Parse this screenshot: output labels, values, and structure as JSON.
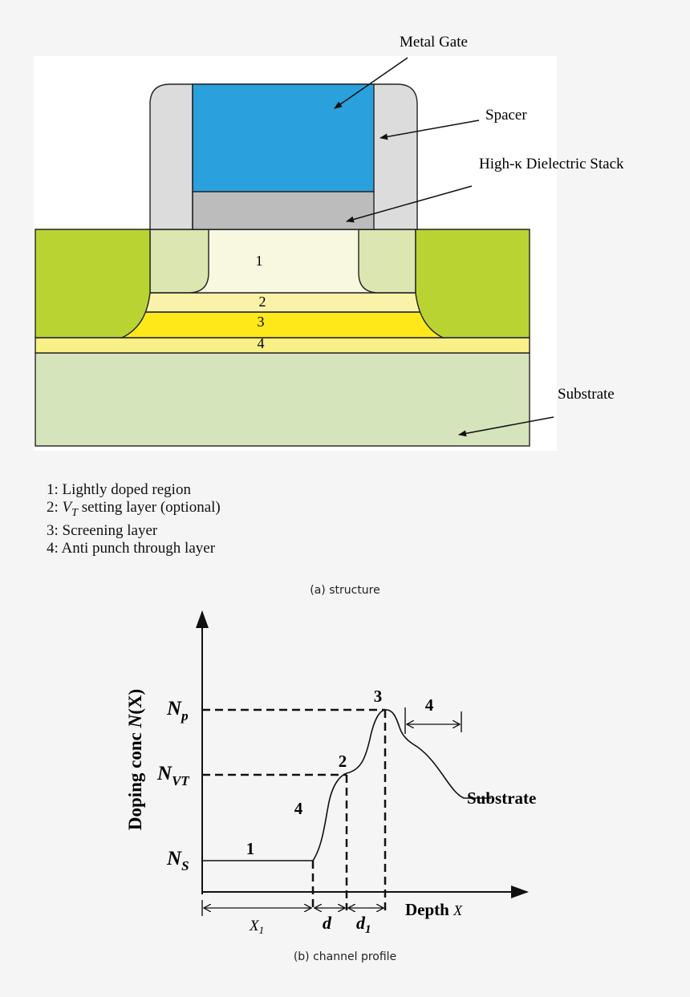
{
  "structure": {
    "callouts": {
      "metal_gate": "Metal Gate",
      "spacer": "Spacer",
      "dielectric": "High-κ Dielectric Stack",
      "substrate": "Substrate"
    },
    "layer_numbers": [
      "1",
      "2",
      "3",
      "4"
    ],
    "colors": {
      "metal_gate": "#2aa0dc",
      "dielectric": "#bcbcbc",
      "spacer": "#dcdcdc",
      "source_drain": "#b9d432",
      "extension": "#dce6b0",
      "lightly_doped": "#f8f7e0",
      "vt_layer": "#faf2a8",
      "screening": "#ffe81a",
      "anti_punch": "#faf088",
      "substrate": "#d6e4bc"
    }
  },
  "legend": {
    "item1": "1: Lightly doped region",
    "item2_prefix": "2: ",
    "item2_symbol": "V",
    "item2_sub": "T",
    "item2_suffix": " setting layer (optional)",
    "item3": "3: Screening layer",
    "item4": "4: Anti punch through layer"
  },
  "caption_a": "(a)  structure",
  "profile": {
    "ylabel_prefix": "Doping conc ",
    "ylabel_func": "N",
    "ylabel_suffix": "(X)",
    "y_ticks": {
      "np_main": "N",
      "np_sub": "p",
      "nvt_main": "N",
      "nvt_sub": "VT",
      "ns_main": "N",
      "ns_sub": "S"
    },
    "regions": {
      "r1": "1",
      "r2": "2",
      "r3": "3",
      "r4_left": "4",
      "r4_right": "4"
    },
    "substrate_label": "Substrate",
    "xlabel_prefix": "Depth ",
    "xlabel_var": "X",
    "dims": {
      "x1_main": "X",
      "x1_sub": "1",
      "d": "d",
      "d1_main": "d",
      "d1_sub": "1"
    }
  },
  "caption_b": "(b)  channel profile"
}
